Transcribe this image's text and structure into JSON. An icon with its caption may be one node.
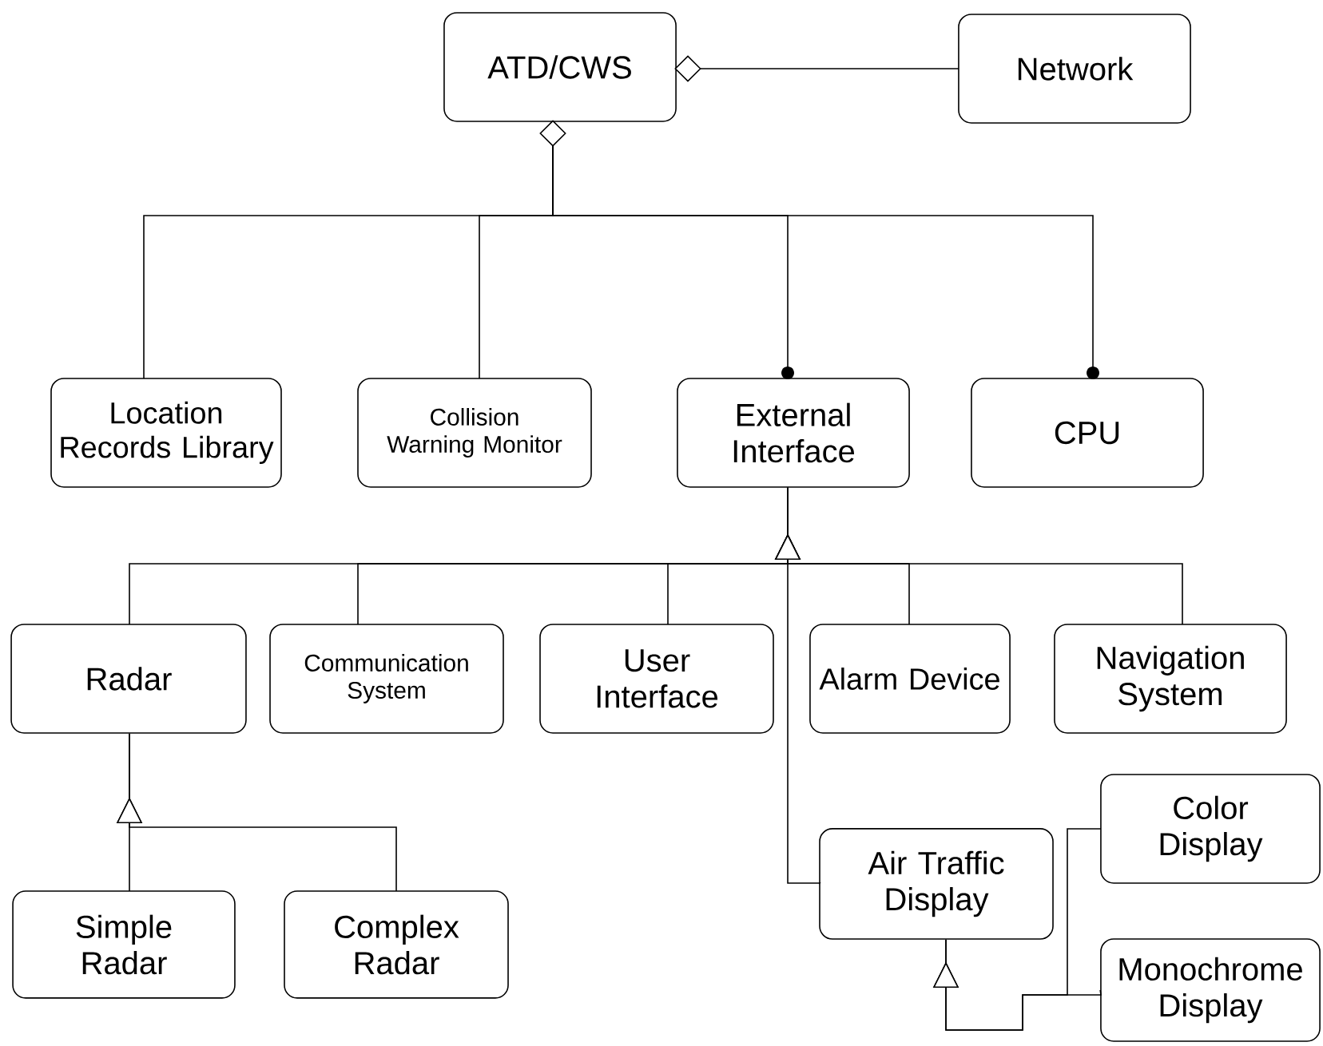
{
  "diagram": {
    "nodes": [
      {
        "text": [
          "ATD/CWS"
        ]
      },
      {
        "text": [
          "Network"
        ]
      },
      {
        "text": [
          "Location Records Library"
        ]
      },
      {
        "text": [
          "Collision Warning Monitor"
        ]
      },
      {
        "text": [
          "External Interface"
        ]
      },
      {
        "text": [
          "CPU"
        ]
      },
      {
        "text": [
          "Radar"
        ]
      },
      {
        "text": [
          "Communication System"
        ]
      },
      {
        "text": [
          "User Interface"
        ]
      },
      {
        "text": [
          "Alarm Device"
        ]
      },
      {
        "text": [
          "Navigation System"
        ]
      },
      {
        "text": [
          "Simple Radar"
        ]
      },
      {
        "text": [
          "Complex Radar"
        ]
      },
      {
        "text": [
          "Air Traffic Display"
        ]
      },
      {
        "text": [
          "Color Display"
        ]
      },
      {
        "text": [
          "Monochrome Display"
        ]
      }
    ],
    "edges": [
      {
        "from": 1,
        "to": 0,
        "arrow": "other"
      },
      {
        "from": 2,
        "to": 0,
        "arrow": "other"
      },
      {
        "from": 3,
        "to": 0,
        "arrow": "other"
      },
      {
        "from": 0,
        "to": 4,
        "arrow": "other"
      },
      {
        "from": 0,
        "to": 5,
        "arrow": "other"
      },
      {
        "from": 6,
        "to": 4,
        "arrow": "to"
      },
      {
        "from": 7,
        "to": 4,
        "arrow": "to"
      },
      {
        "from": 8,
        "to": 4,
        "arrow": "to"
      },
      {
        "from": 9,
        "to": 4,
        "arrow": "to"
      },
      {
        "from": 10,
        "to": 4,
        "arrow": "to"
      },
      {
        "from": 13,
        "to": 4,
        "arrow": "to"
      },
      {
        "from": 11,
        "to": 6,
        "arrow": "to"
      },
      {
        "from": 12,
        "to": 6,
        "arrow": "to"
      },
      {
        "from": 14,
        "to": 13,
        "arrow": "to"
      },
      {
        "from": 15,
        "to": 13,
        "arrow": "to"
      }
    ]
  }
}
